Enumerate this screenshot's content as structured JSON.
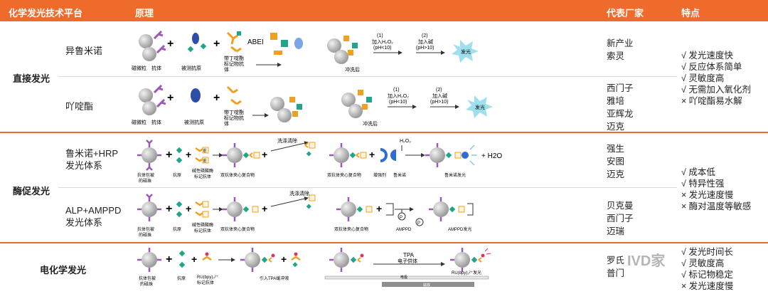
{
  "header": {
    "col_platform": "化学发光技术平台",
    "col_principle": "原理",
    "col_vendor": "代表厂家",
    "col_features": "特点"
  },
  "categories": {
    "direct": "直接发光",
    "enzyme": "酶促发光",
    "electro": "电化学发光"
  },
  "rows": {
    "isoluminol": {
      "name": "异鲁米诺",
      "vendors": [
        "新产业",
        "索灵"
      ],
      "labels": {
        "magbead": "磁微粒",
        "antibody": "抗体",
        "antigen": "被测抗原",
        "labeled": "带丁啶酯\n标记物抗\n体",
        "abei": "ABEI",
        "washed": "冲洗后",
        "step1": "(1)\n加入H2O2\n(pH<10)",
        "step2": "(2)\n加入碱\n(pH>10)",
        "glow": "发光"
      }
    },
    "acridinium": {
      "name": "吖啶酯",
      "vendors": [
        "西门子",
        "雅培",
        "亚辉龙",
        "迈克"
      ],
      "labels": {
        "magbead": "磁微粒",
        "antibody": "抗体",
        "antigen": "被测抗原",
        "labeled": "带丁啶酯\n标记物抗\n体",
        "washed": "冲洗后",
        "step1": "(1)\n加入H2O2\n(pH<10)",
        "step2": "(2)\n加入碱\n(pH>10)",
        "glow": "发光"
      }
    },
    "hrp": {
      "name": "鲁米诺+HRP\n发光体系",
      "vendors": [
        "强生",
        "安图",
        "迈克"
      ],
      "labels": {
        "coated": "抗体包被\n的磁珠",
        "antigen": "抗原",
        "enzyme_ab": "碱性磷酸酶\n标记抗体",
        "complex": "双抗体夹心复合物",
        "wash": "洗涤清除",
        "complex2": "双抗体夹心复合物",
        "enhancer": "增强剂",
        "luminol": "鲁米诺",
        "h2o2": "H2O2",
        "glow": "鲁米诺发光",
        "h2o": "+ H2O"
      }
    },
    "alp": {
      "name": "ALP+AMPPD\n发光体系",
      "vendors": [
        "贝克曼",
        "西门子",
        "迈瑞"
      ],
      "labels": {
        "coated": "抗体包被\n的磁珠",
        "antigen": "抗原",
        "enzyme_ab": "碱性磷酸酶\n标记抗体",
        "complex": "双抗体夹心复合物",
        "wash": "洗涤清除",
        "complex2": "双抗体夹心复合物",
        "amppd": "AMPPD",
        "glow": "AMPPD发光",
        "p": "P"
      }
    },
    "ecl": {
      "vendors": [
        "罗氏",
        "普门"
      ],
      "labels": {
        "coated": "抗体包被\n的磁珠",
        "antigen": "抗原",
        "ru_ab": "RU(bpy)3 2+\n标记抗体",
        "buffer": "引入TPA缓冲液",
        "tpa": "TPA\n电子供体",
        "electrode": "电极",
        "magnet": "磁铁",
        "glow": "RU(bpy)3 2+发光"
      }
    }
  },
  "features": {
    "direct": [
      "√ 发光速度快",
      "√ 反应体系简单",
      "√ 灵敏度高",
      "√ 无需加入氧化剂",
      "× 吖啶酯易水解"
    ],
    "enzyme": [
      "√ 成本低",
      "√ 特异性强",
      "× 发光速度慢",
      "× 酶对温度等敏感"
    ],
    "electro": [
      "√ 发光时间长",
      "√ 灵敏度高",
      "√ 标记物稳定",
      "× 发光速度慢"
    ]
  },
  "watermark": "IVD家",
  "colors": {
    "accent": "#ee6b2c",
    "bead": "#b5b5b5",
    "antibody": "#9b59b6",
    "antigen": "#2c4ea8",
    "label": "#f0a020",
    "green": "#1fa58a"
  }
}
